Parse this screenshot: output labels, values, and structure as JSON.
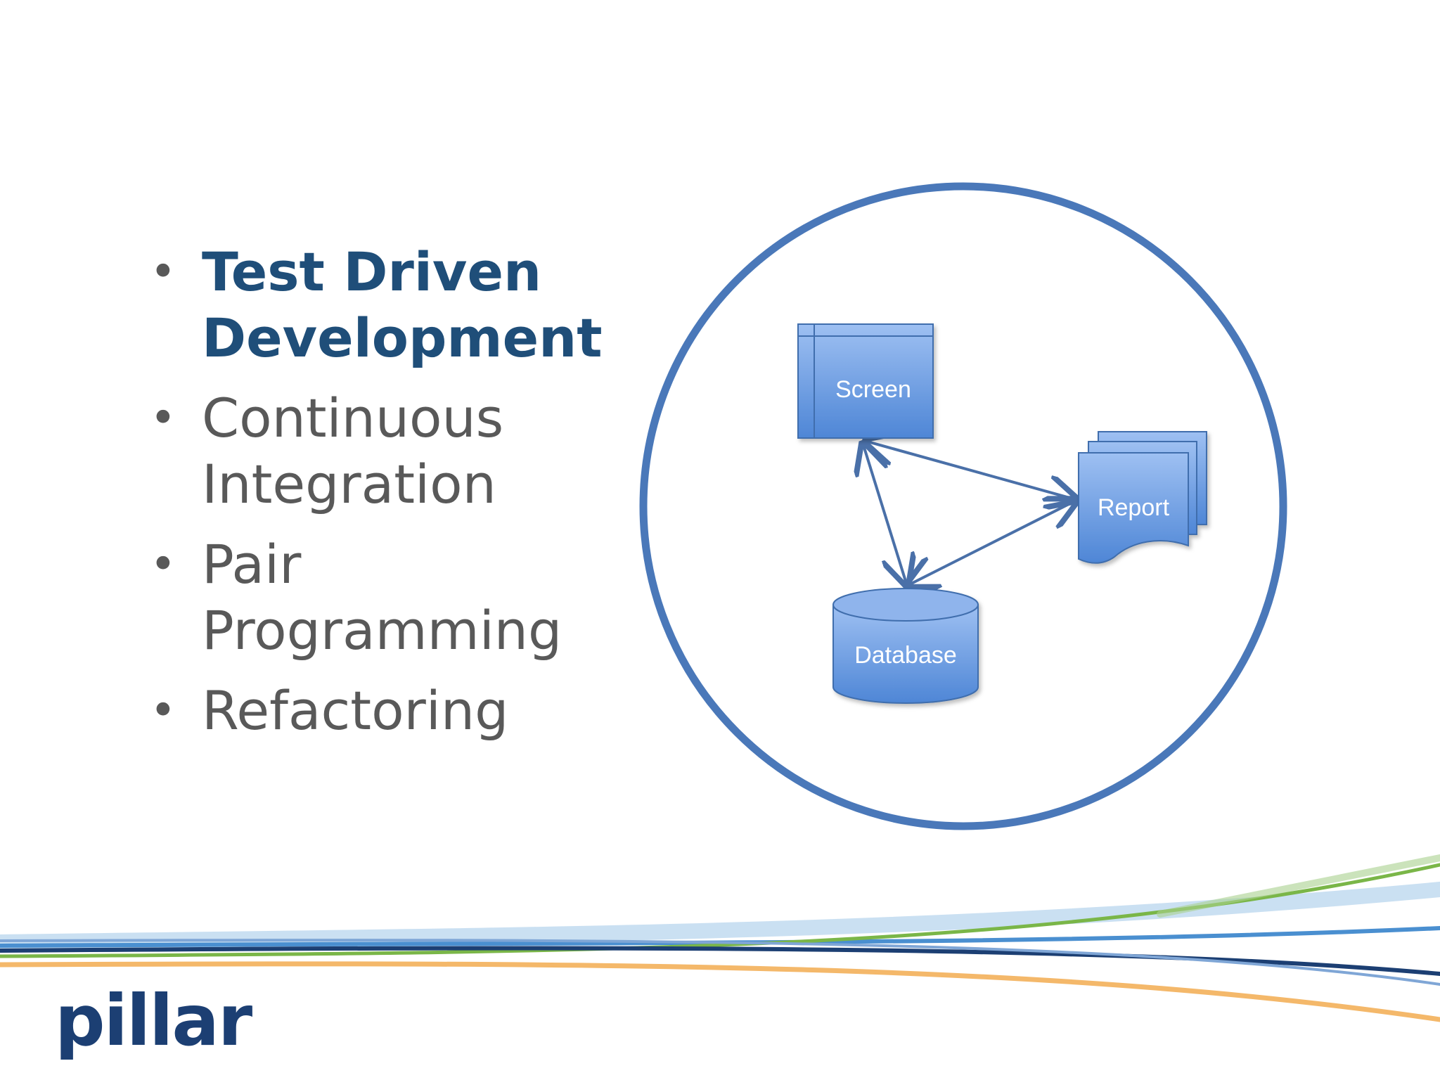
{
  "bullets": [
    {
      "text": "Test Driven Development",
      "active": true
    },
    {
      "text": "Continuous Integration",
      "active": false
    },
    {
      "text": "Pair Programming",
      "active": false
    },
    {
      "text": "Refactoring",
      "active": false
    }
  ],
  "diagram": {
    "nodes": {
      "screen": "Screen",
      "report": "Report",
      "database": "Database"
    },
    "colors": {
      "circle": "#4a78b9",
      "shape_fill_top": "#9ec0f2",
      "shape_fill_bottom": "#4e86d6",
      "shape_stroke": "#3f6ead",
      "arrow": "#4a70a8"
    }
  },
  "brand": {
    "logo": "pillar",
    "wave_colors": [
      "#1c3f73",
      "#4a8fd0",
      "#7ab648",
      "#f3b05a",
      "#9ec6e8"
    ]
  }
}
